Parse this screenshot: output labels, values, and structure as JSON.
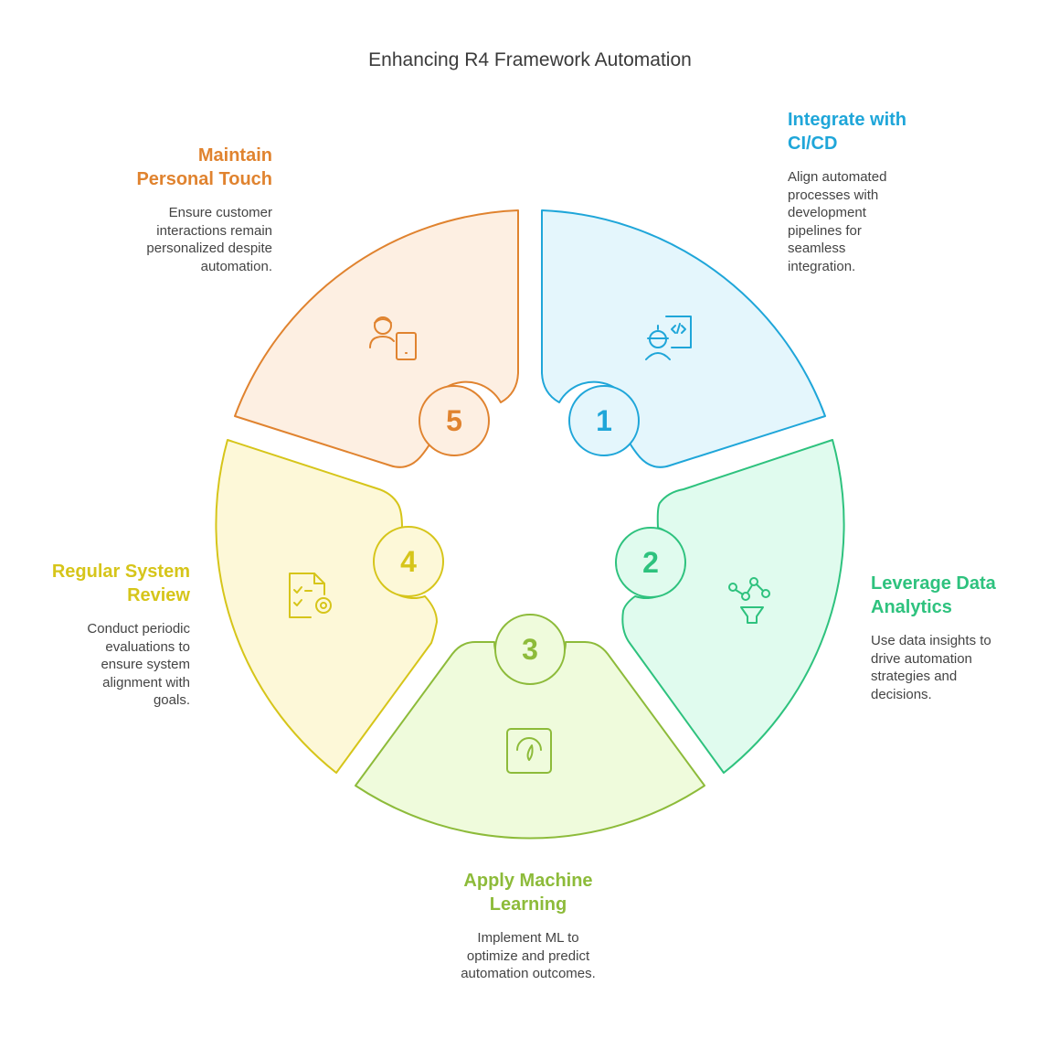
{
  "title": "Enhancing R4 Framework Automation",
  "steps": [
    {
      "number": "1",
      "heading": "Integrate with CI/CD",
      "description": "Align automated processes with development pipelines for seamless integration.",
      "icon": "developer-code-icon",
      "color": "#1fa6d9",
      "fill": "#e4f6fc"
    },
    {
      "number": "2",
      "heading": "Leverage Data Analytics",
      "description": "Use data insights to drive automation strategies and decisions.",
      "icon": "data-funnel-icon",
      "color": "#2ec27e",
      "fill": "#e0fbee"
    },
    {
      "number": "3",
      "heading": "Apply Machine Learning",
      "description": "Implement ML to optimize and predict automation outcomes.",
      "icon": "gauge-icon",
      "color": "#8dbb3a",
      "fill": "#effbdc"
    },
    {
      "number": "4",
      "heading": "Regular System Review",
      "description": "Conduct periodic evaluations to ensure system alignment with goals.",
      "icon": "checklist-gear-icon",
      "color": "#d6c51a",
      "fill": "#fdf8d8"
    },
    {
      "number": "5",
      "heading": "Maintain Personal Touch",
      "description": "Ensure customer interactions remain personalized despite automation.",
      "icon": "person-device-icon",
      "color": "#e0832f",
      "fill": "#fdefe2"
    }
  ]
}
